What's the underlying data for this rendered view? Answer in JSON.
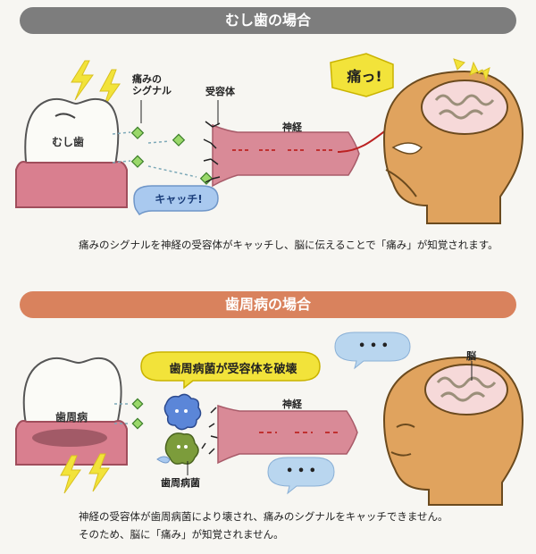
{
  "section1": {
    "title": "むし歯の場合",
    "tooth_label": "むし歯",
    "signal_label_line1": "痛みの",
    "signal_label_line2": "シグナル",
    "receptor_label": "受容体",
    "nerve_label": "神経",
    "catch_bubble": "キャッチ!",
    "pain_bubble": "痛っ!",
    "caption": "痛みのシグナルを神経の受容体がキャッチし、脳に伝えることで「痛み」が知覚されます。"
  },
  "section2": {
    "title": "歯周病の場合",
    "tooth_label": "歯周病",
    "banner_bubble": "歯周病菌が受容体を破壊",
    "nerve_label": "神経",
    "brain_label": "脳",
    "bacteria_label": "歯周病菌",
    "dots_bubble_1": "• • •",
    "dots_bubble_2": "• • •",
    "caption_line1": "神経の受容体が歯周病菌により壊され、痛みのシグナルをキャッチできません。",
    "caption_line2": "そのため、脳に「痛み」が知覚されません。"
  },
  "colors": {
    "banner1": "#7d7d7d",
    "banner2": "#d9825d",
    "gum": "#d97f8f",
    "nerve": "#d98a97",
    "skin": "#e0a35e",
    "brain": "#f6d9d9",
    "signal": "#9ad86a",
    "lightning": "#f2e33a"
  }
}
